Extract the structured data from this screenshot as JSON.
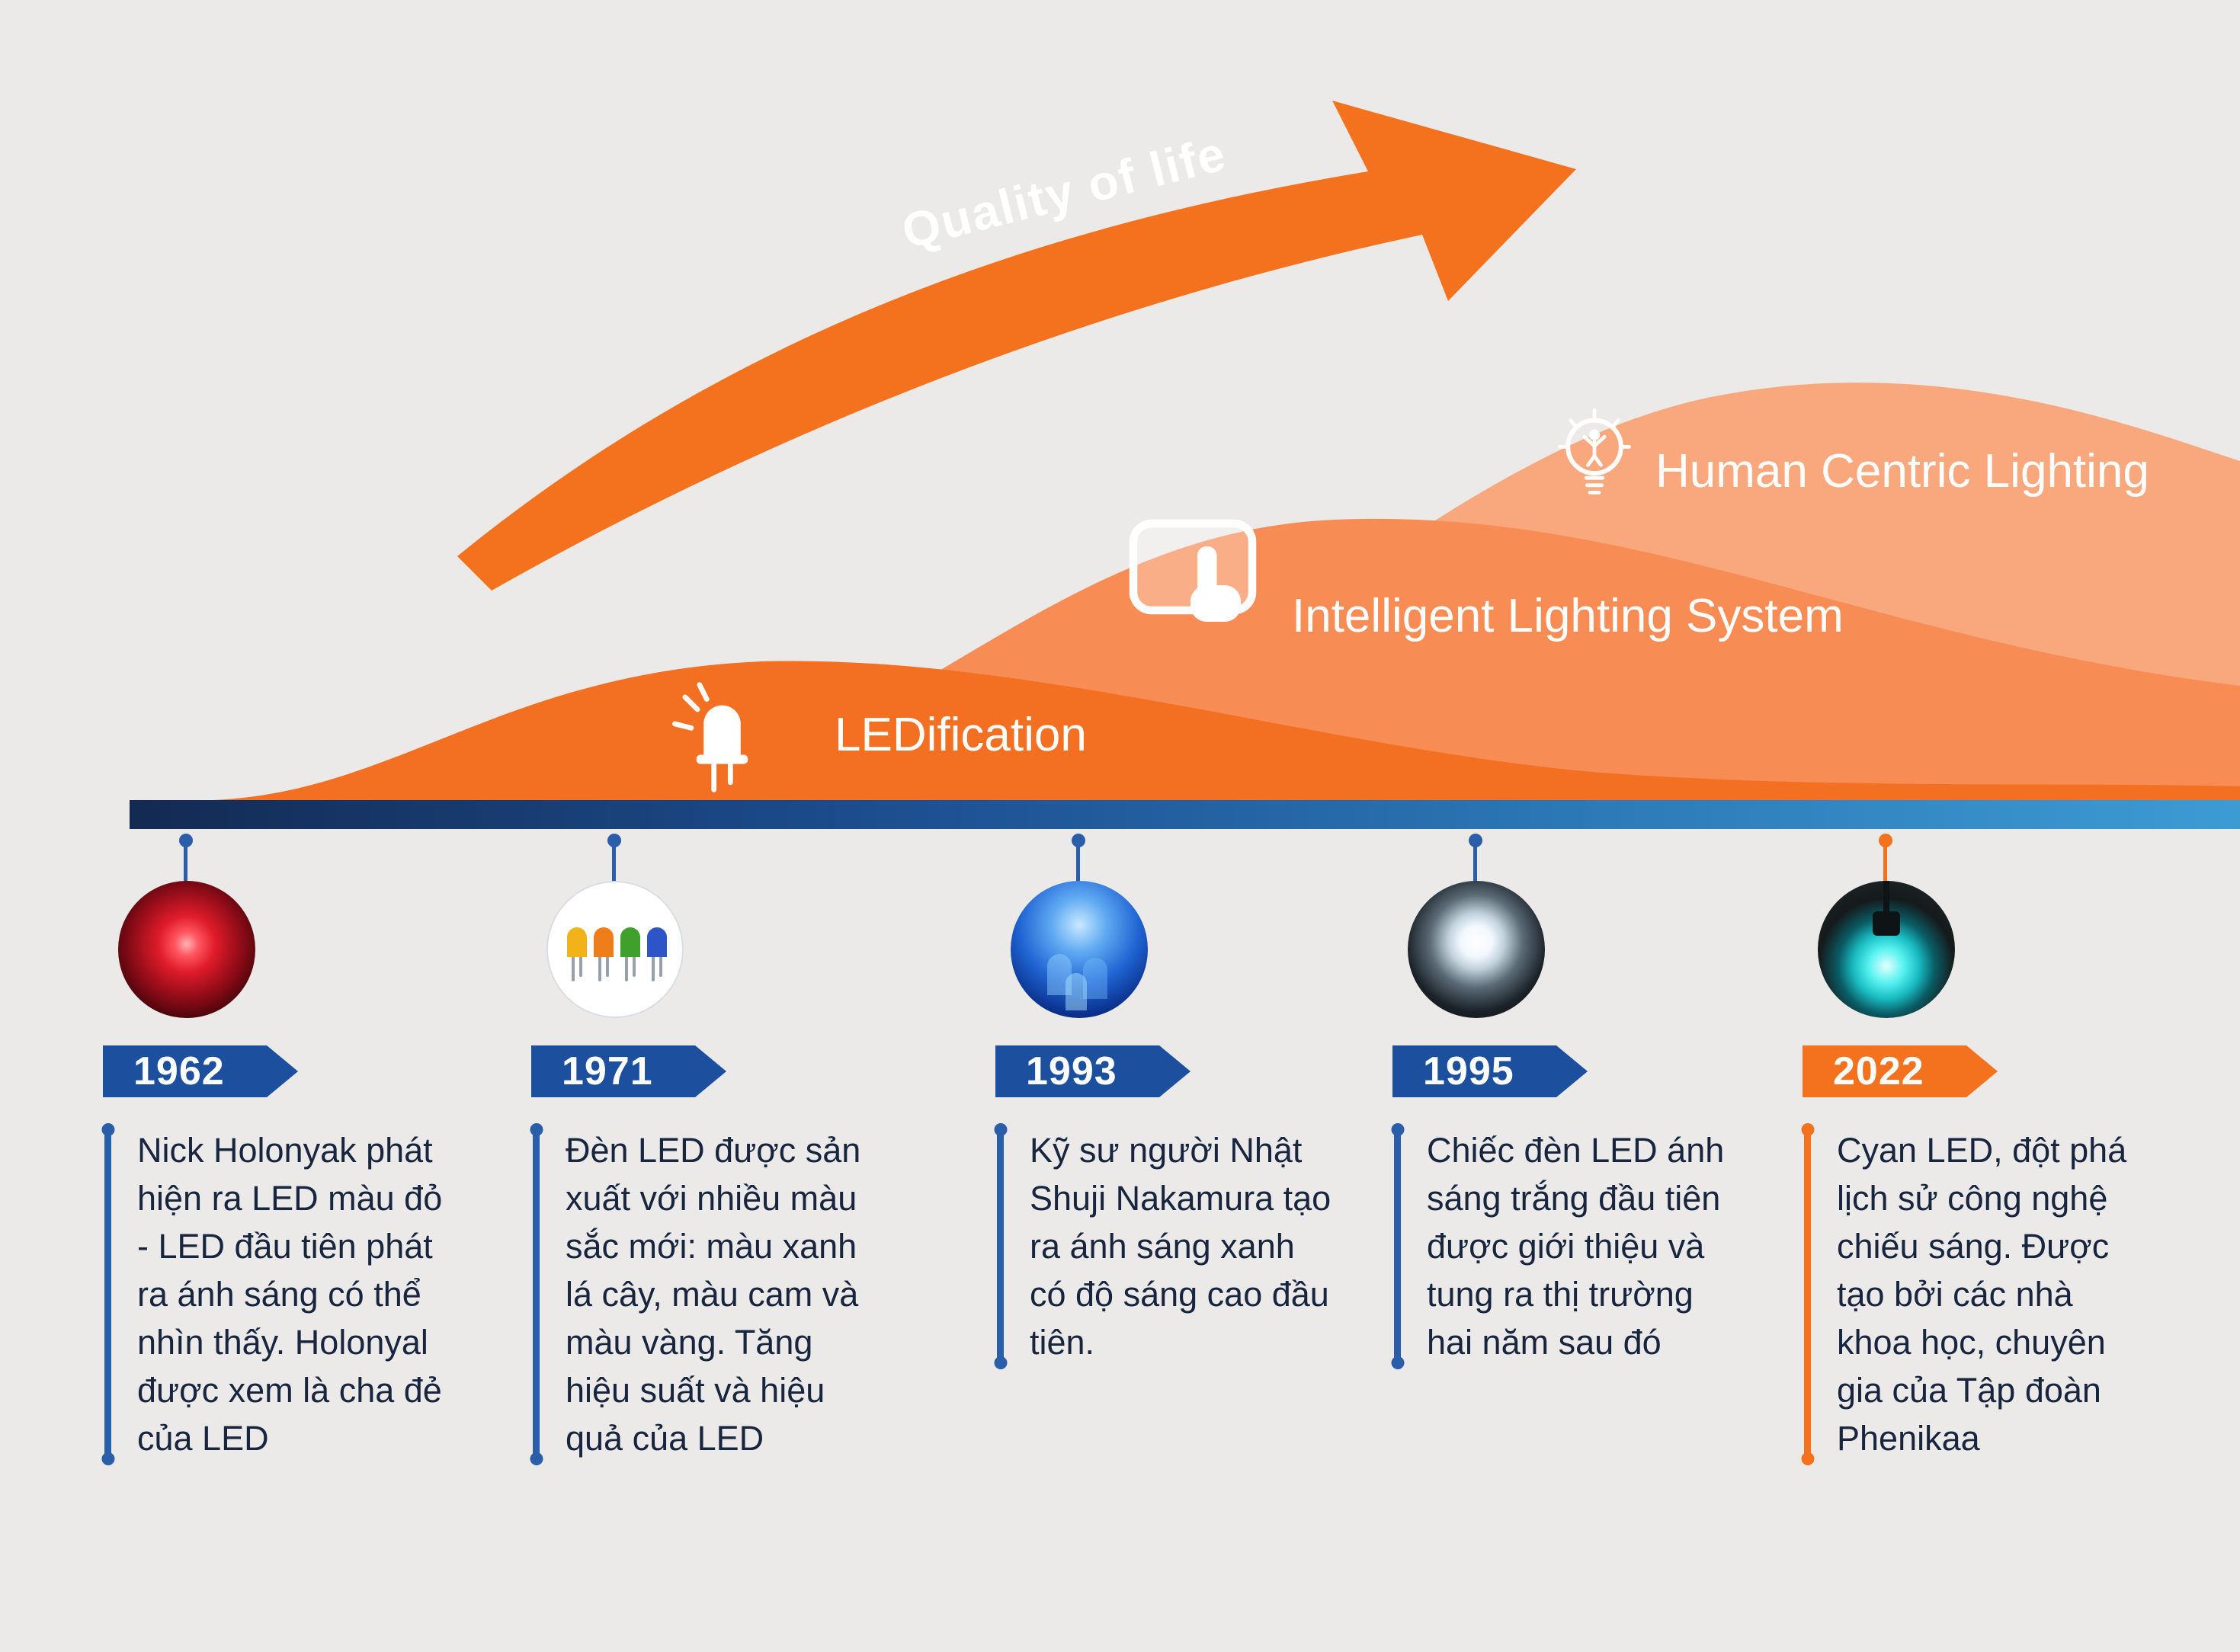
{
  "arrow": {
    "label": "Quality of life"
  },
  "layers": {
    "ledification": {
      "label": "LEDification",
      "icon": "led-bulb-icon",
      "color": "#f36f21"
    },
    "intelligent": {
      "label": "Intelligent Lighting System",
      "icon": "touch-screen-icon",
      "color": "#f78c55"
    },
    "human_centric": {
      "label": "Human Centric Lighting",
      "icon": "human-bulb-icon",
      "color": "#f9a87e"
    }
  },
  "milestones": [
    {
      "year": "1962",
      "accent": "#2b5ea9",
      "photo": "red-led-photo",
      "description": "Nick Holonyak phát hiện ra LED màu đỏ - LED đầu tiên phát ra ánh sáng có thể nhìn thấy. Holonyal được xem là cha đẻ của LED"
    },
    {
      "year": "1971",
      "accent": "#2b5ea9",
      "photo": "multicolor-leds-photo",
      "description": "Đèn LED được sản xuất với nhiều màu sắc mới: màu xanh lá cây, màu cam và màu vàng. Tăng hiệu suất và hiệu quả của LED"
    },
    {
      "year": "1993",
      "accent": "#2b5ea9",
      "photo": "blue-leds-photo",
      "description": "Kỹ sư người Nhật Shuji Nakamura tạo ra ánh sáng xanh có độ sáng cao đầu tiên."
    },
    {
      "year": "1995",
      "accent": "#2b5ea9",
      "photo": "white-led-photo",
      "description": "Chiếc đèn LED ánh sáng trắng đầu tiên được giới thiệu và tung ra thị trường hai năm sau đó"
    },
    {
      "year": "2022",
      "accent": "#f4711d",
      "photo": "cyan-bulb-photo",
      "description": "Cyan LED, đột phá lịch sử công nghệ chiếu sáng. Được tạo bởi các nhà khoa học, chuyên gia của Tập đoàn Phenikaa"
    }
  ],
  "palette": {
    "background": "#ebeae8",
    "orange_dark": "#f36f21",
    "orange_mid": "#f78c55",
    "orange_light": "#f9a87e",
    "badge_blue": "#1c4f9e",
    "badge_orange": "#f4711d",
    "bar_navy": "#132a52",
    "bar_blue": "#3d9bd4",
    "text_navy": "#18253f"
  }
}
